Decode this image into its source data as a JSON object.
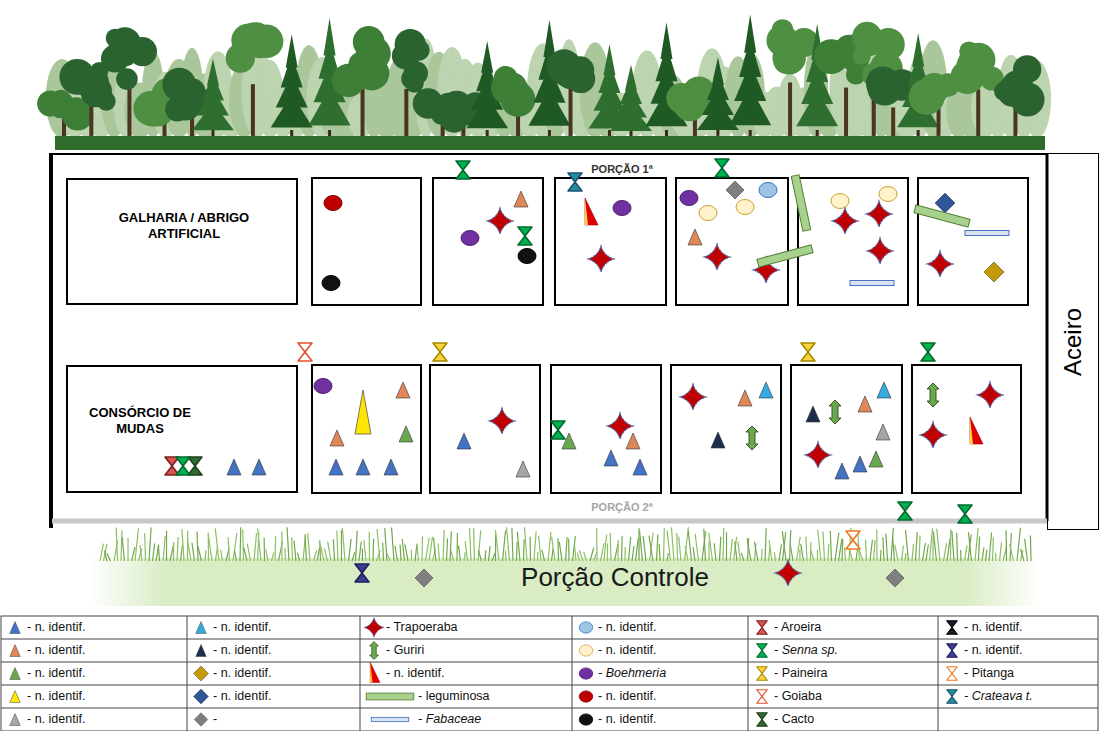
{
  "diagram": {
    "nodes": [
      {
        "text": [
          "GALHARIA / ABRIGO ARTIFICIAL"
        ]
      },
      {
        "text": [
          "CONSÓRCIO DE MUDAS"
        ]
      },
      {
        "text": [
          "Aceiro"
        ]
      }
    ],
    "labels": [
      "PORÇÃO 1ª",
      "PORÇÃO 2ª",
      "Porção Controle"
    ],
    "legend": [
      {
        "text": "- n. identif."
      },
      {
        "text": "- n. identif."
      },
      {
        "text": "- Trapoeraba"
      },
      {
        "text": "- n. identif."
      },
      {
        "text": "- Aroeira"
      },
      {
        "text": "- n. identif."
      },
      {
        "text": "- n. identif."
      },
      {
        "text": "- n. identif."
      },
      {
        "text": "- Guriri"
      },
      {
        "text": "- n. identif."
      },
      {
        "text": "- Senna sp."
      },
      {
        "text": "- n. identif."
      },
      {
        "text": "- n. identif."
      },
      {
        "text": "- n. identif."
      },
      {
        "text": "- n. identif."
      },
      {
        "text": "- Boehmeria"
      },
      {
        "text": "- Paineira"
      },
      {
        "text": "- Pitanga"
      },
      {
        "text": "- n. identif."
      },
      {
        "text": "- n. identif."
      },
      {
        "text": "- leguminosa"
      },
      {
        "text": "- n. identif."
      },
      {
        "text": "- Goiaba"
      },
      {
        "text": "- Crateava t."
      },
      {
        "text": "- n. identif."
      },
      {
        "text": "-"
      },
      {
        "text": "- Fabaceae"
      },
      {
        "text": "- n. identif."
      },
      {
        "text": "- Cacto"
      }
    ]
  }
}
